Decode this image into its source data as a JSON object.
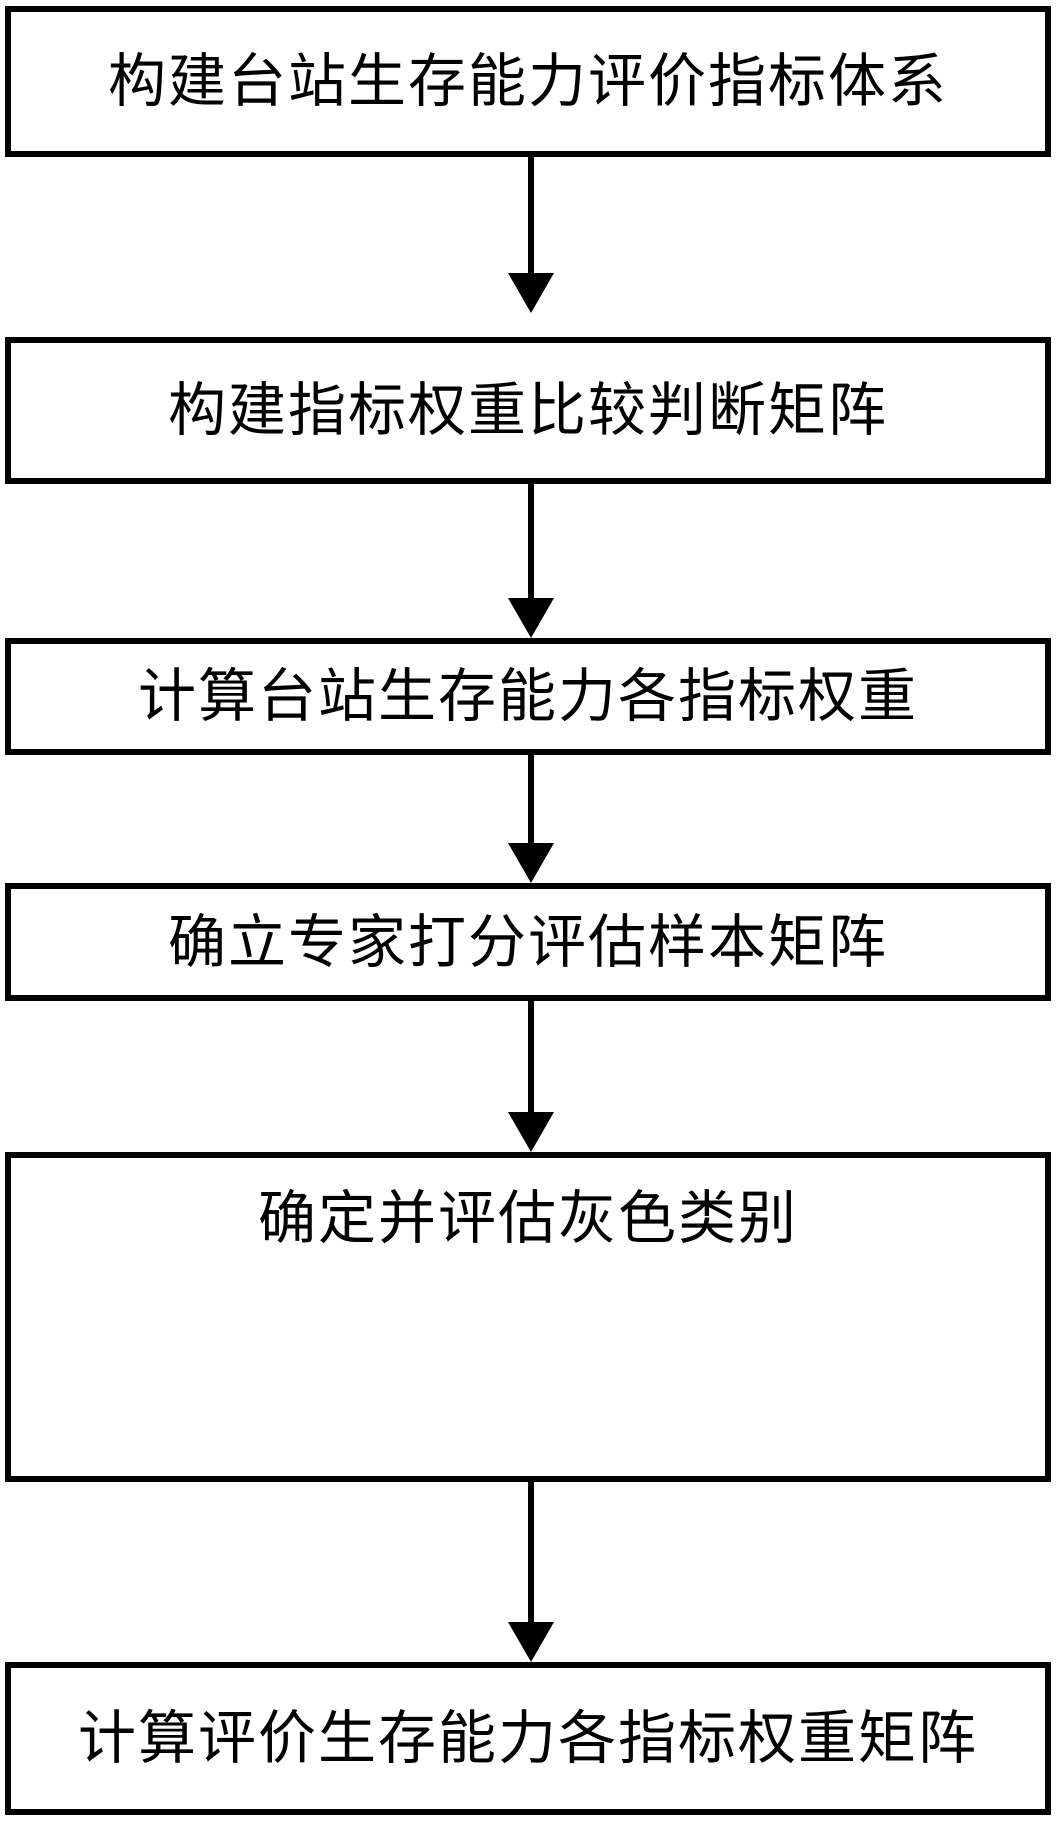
{
  "diagram": {
    "type": "flowchart",
    "orientation": "vertical",
    "title": "",
    "colors": {
      "stroke": "#000000",
      "fill": "#ffffff",
      "text": "#000000"
    },
    "nodes": [
      {
        "id": "node-1",
        "order": 1,
        "shape": "rectangle",
        "label": "构建台站生存能力评价指标体系"
      },
      {
        "id": "node-2",
        "order": 2,
        "shape": "rectangle",
        "label": "构建指标权重比较判断矩阵"
      },
      {
        "id": "node-3",
        "order": 3,
        "shape": "rectangle",
        "label": "计算台站生存能力各指标权重"
      },
      {
        "id": "node-4",
        "order": 4,
        "shape": "rectangle",
        "label": "确立专家打分评估样本矩阵"
      },
      {
        "id": "node-5",
        "order": 5,
        "shape": "rectangle",
        "label": "确定并评估灰色类别"
      },
      {
        "id": "node-6",
        "order": 6,
        "shape": "rectangle",
        "label": "计算评价生存能力各指标权重矩阵"
      }
    ],
    "connectors": [
      {
        "id": "conn-1",
        "from": "node-1",
        "to": "node-2",
        "style": "solid-arrow",
        "direction": "down"
      },
      {
        "id": "conn-2",
        "from": "node-2",
        "to": "node-3",
        "style": "solid-arrow",
        "direction": "down"
      },
      {
        "id": "conn-3",
        "from": "node-3",
        "to": "node-4",
        "style": "solid-arrow",
        "direction": "down"
      },
      {
        "id": "conn-4",
        "from": "node-4",
        "to": "node-5",
        "style": "solid-arrow",
        "direction": "down"
      },
      {
        "id": "conn-5",
        "from": "node-5",
        "to": "node-6",
        "style": "solid-arrow",
        "direction": "down"
      }
    ]
  }
}
